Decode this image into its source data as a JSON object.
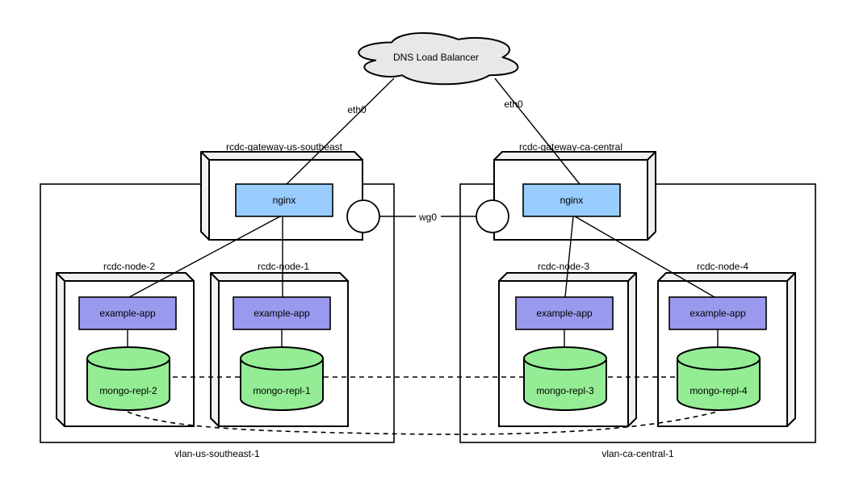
{
  "cloud": {
    "label": "DNS Load Balancer"
  },
  "interfaces": {
    "eth0": "eth0",
    "wg0": "wg0"
  },
  "gateways": [
    {
      "name": "rcdc-gateway-us-southeast",
      "service": "nginx"
    },
    {
      "name": "rcdc-gateway-ca-central",
      "service": "nginx"
    }
  ],
  "vlans": [
    {
      "name": "vlan-us-southeast-1"
    },
    {
      "name": "vlan-ca-central-1"
    }
  ],
  "nodes": [
    {
      "name": "rcdc-node-2",
      "app": "example-app",
      "db": "mongo-repl-2"
    },
    {
      "name": "rcdc-node-1",
      "app": "example-app",
      "db": "mongo-repl-1"
    },
    {
      "name": "rcdc-node-3",
      "app": "example-app",
      "db": "mongo-repl-3"
    },
    {
      "name": "rcdc-node-4",
      "app": "example-app",
      "db": "mongo-repl-4"
    }
  ],
  "colors": {
    "nginx_fill": "#99CCFF",
    "app_fill": "#9999EE",
    "db_fill": "#94ED94",
    "cloud_fill": "#E8E8E8",
    "face_fill": "#F0F0F0",
    "box_fill": "#FFFFFF",
    "stroke": "#000000"
  }
}
